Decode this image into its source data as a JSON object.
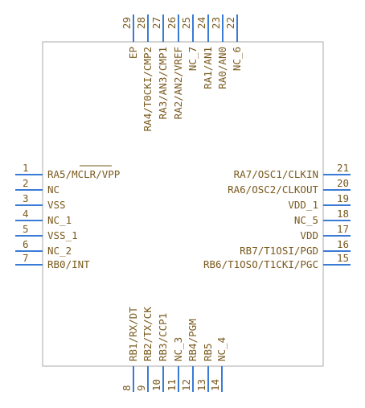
{
  "component": {
    "left_pins": [
      {
        "number": "1",
        "name": "RA5/MCLR/VPP"
      },
      {
        "number": "2",
        "name": "NC"
      },
      {
        "number": "3",
        "name": "VSS"
      },
      {
        "number": "4",
        "name": "NC_1"
      },
      {
        "number": "5",
        "name": "VSS_1"
      },
      {
        "number": "6",
        "name": "NC_2"
      },
      {
        "number": "7",
        "name": "RB0/INT"
      }
    ],
    "bottom_pins": [
      {
        "number": "8",
        "name": "RB1/RX/DT"
      },
      {
        "number": "9",
        "name": "RB2/TX/CK"
      },
      {
        "number": "10",
        "name": "RB3/CCP1"
      },
      {
        "number": "11",
        "name": "NC_3"
      },
      {
        "number": "12",
        "name": "RB4/PGM"
      },
      {
        "number": "13",
        "name": "RB5"
      },
      {
        "number": "14",
        "name": "NC_4"
      }
    ],
    "right_pins": [
      {
        "number": "15",
        "name": "RB6/T1OSO/T1CKI/PGC"
      },
      {
        "number": "16",
        "name": "RB7/T1OSI/PGD"
      },
      {
        "number": "17",
        "name": "VDD"
      },
      {
        "number": "18",
        "name": "NC_5"
      },
      {
        "number": "19",
        "name": "VDD_1"
      },
      {
        "number": "20",
        "name": "RA6/OSC2/CLKOUT"
      },
      {
        "number": "21",
        "name": "RA7/OSC1/CLKIN"
      }
    ],
    "top_pins": [
      {
        "number": "22",
        "name": "NC_6"
      },
      {
        "number": "23",
        "name": "RA0/AN0"
      },
      {
        "number": "24",
        "name": "RA1/AN1"
      },
      {
        "number": "25",
        "name": "NC_7"
      },
      {
        "number": "26",
        "name": "RA2/AN2/VREF"
      },
      {
        "number": "27",
        "name": "RA3/AN3/CMP1"
      },
      {
        "number": "28",
        "name": "RA4/T0CKI/CMP2"
      },
      {
        "number": "29",
        "name": "EP"
      }
    ],
    "colors": {
      "pin_line": "#3a7bd5",
      "body_outline": "#b8b8b8",
      "text": "#7a5a1e"
    }
  }
}
